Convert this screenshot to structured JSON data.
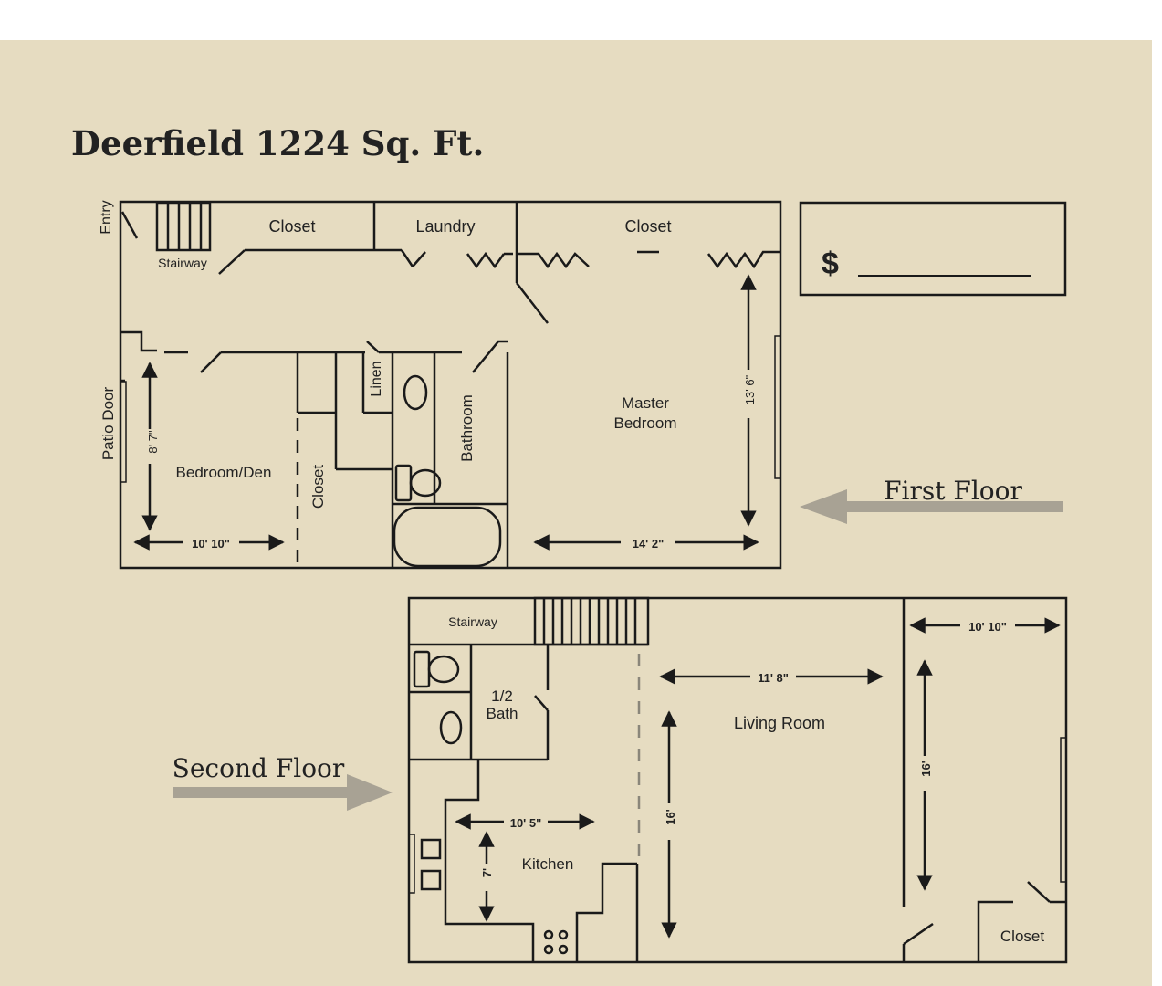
{
  "title": "Deerfield 1224 Sq. Ft.",
  "price": {
    "symbol": "$",
    "value": ""
  },
  "first_floor": {
    "label": "First Floor",
    "rooms": {
      "entry": "Entry",
      "stairway": "Stairway",
      "closet_top_left": "Closet",
      "laundry": "Laundry",
      "closet_top_right": "Closet",
      "patio_door": "Patio Door",
      "bedroom_den": "Bedroom/Den",
      "closet_vertical": "Closet",
      "linen": "Linen",
      "bathroom": "Bathroom",
      "master_bedroom_line1": "Master",
      "master_bedroom_line2": "Bedroom"
    },
    "dimensions": {
      "bedroom_den_height": "8' 7\"",
      "bedroom_den_width": "10' 10\"",
      "master_width": "14' 2\"",
      "master_height": "13' 6\""
    }
  },
  "second_floor": {
    "label": "Second Floor",
    "rooms": {
      "stairway": "Stairway",
      "half_bath_line1": "1/2",
      "half_bath_line2": "Bath",
      "kitchen": "Kitchen",
      "living_room": "Living Room",
      "closet": "Closet"
    },
    "dimensions": {
      "right_width": "10' 10\"",
      "living_width": "11' 8\"",
      "kitchen_width": "10' 5\"",
      "kitchen_height": "7'",
      "living_height": "16'",
      "right_height": "16'"
    }
  }
}
